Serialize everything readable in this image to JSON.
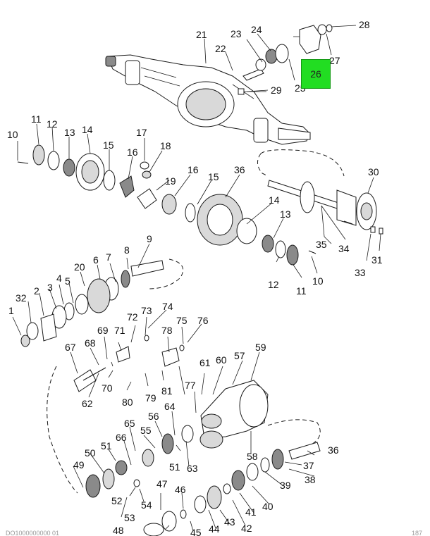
{
  "highlight": {
    "label": "26",
    "color": "#22dd22"
  },
  "callouts": {
    "c1": "1",
    "c2": "2",
    "c3": "3",
    "c4": "4",
    "c5": "5",
    "c6": "6",
    "c7": "7",
    "c8": "8",
    "c9": "9",
    "c10a": "10",
    "c10b": "10",
    "c11a": "11",
    "c11b": "11",
    "c12a": "12",
    "c12b": "12",
    "c13a": "13",
    "c13b": "13",
    "c14a": "14",
    "c14b": "14",
    "c15a": "15",
    "c15b": "15",
    "c16a": "16",
    "c16b": "16",
    "c17": "17",
    "c18": "18",
    "c19": "19",
    "c20": "20",
    "c21": "21",
    "c22": "22",
    "c23": "23",
    "c24": "24",
    "c25": "25",
    "c27": "27",
    "c28": "28",
    "c29": "29",
    "c30": "30",
    "c31": "31",
    "c32": "32",
    "c33": "33",
    "c34": "34",
    "c35": "35",
    "c36a": "36",
    "c36b": "36",
    "c37": "37",
    "c38": "38",
    "c39": "39",
    "c40": "40",
    "c41": "41",
    "c42": "42",
    "c43": "43",
    "c44": "44",
    "c45": "45",
    "c46": "46",
    "c47": "47",
    "c48": "48",
    "c49": "49",
    "c50": "50",
    "c51a": "51",
    "c51b": "51",
    "c52": "52",
    "c53": "53",
    "c54": "54",
    "c55": "55",
    "c56": "56",
    "c57": "57",
    "c58": "58",
    "c59": "59",
    "c60": "60",
    "c61": "61",
    "c62": "62",
    "c63": "63",
    "c64": "64",
    "c65": "65",
    "c66": "66",
    "c67": "67",
    "c68": "68",
    "c69": "69",
    "c70": "70",
    "c71": "71",
    "c72": "72",
    "c73": "73",
    "c74": "74",
    "c75": "75",
    "c76": "76",
    "c77": "77",
    "c78": "78",
    "c79": "79",
    "c80": "80",
    "c81": "81"
  },
  "footer": {
    "left": "DO1000000000 01",
    "right": "187"
  }
}
